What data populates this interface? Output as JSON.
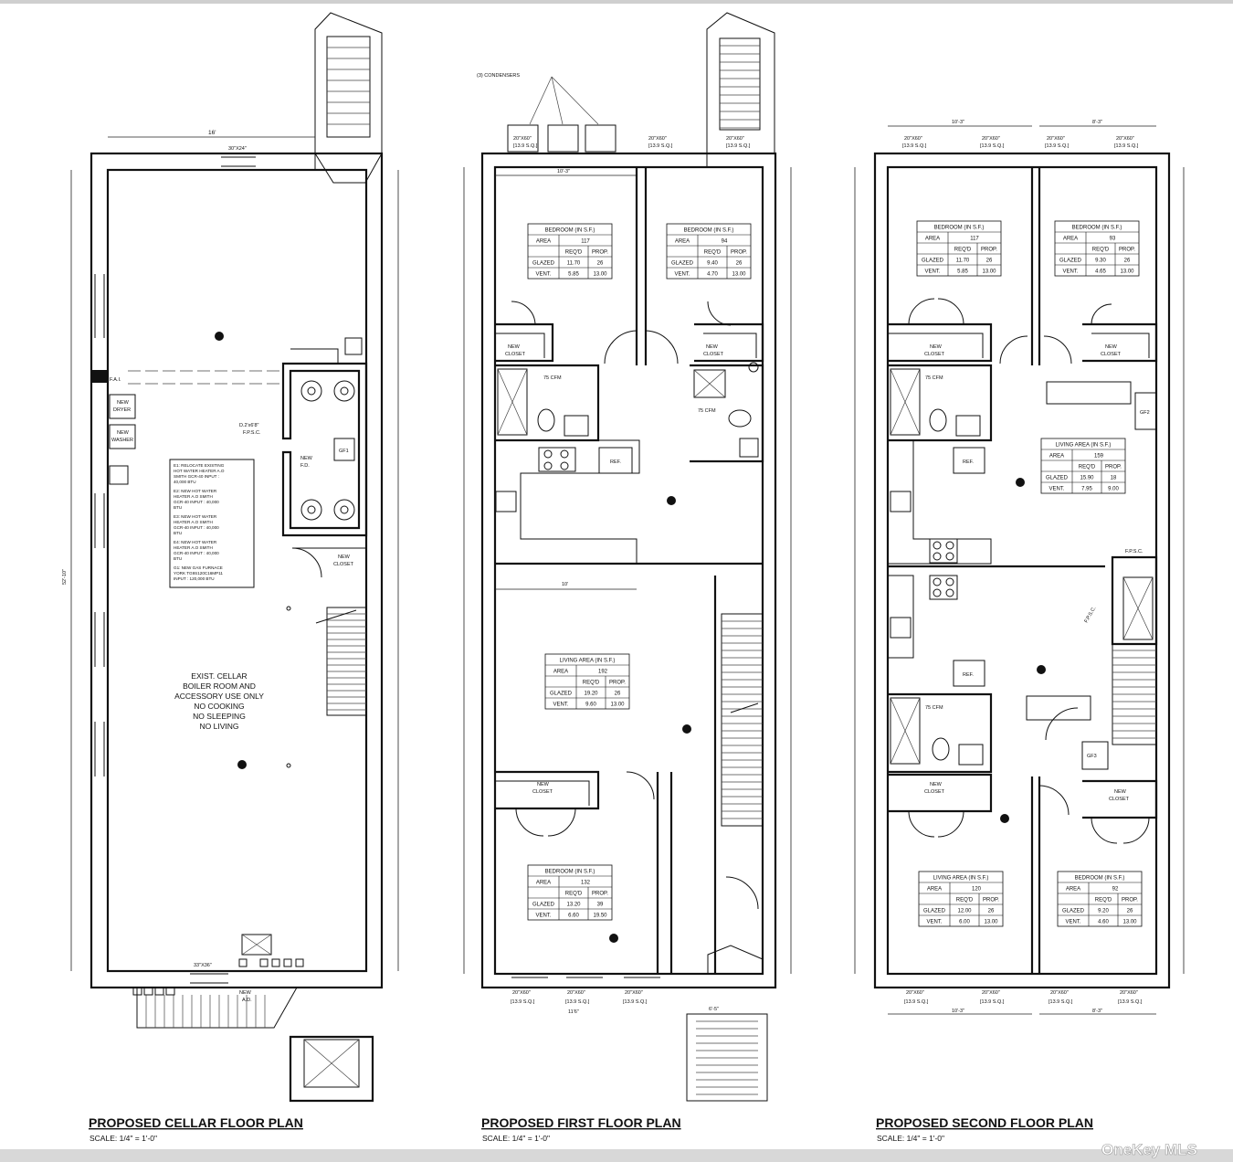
{
  "plans": [
    {
      "title": "PROPOSED CELLAR FLOOR PLAN",
      "scale": "SCALE: 1/4\" = 1'-0\""
    },
    {
      "title": "PROPOSED FIRST FLOOR PLAN",
      "scale": "SCALE: 1/4\" = 1'-0\""
    },
    {
      "title": "PROPOSED SECOND FLOOR PLAN",
      "scale": "SCALE: 1/4\" = 1'-0\""
    }
  ],
  "watermark": "OneKey MLS",
  "cellar": {
    "note_lines": [
      "EXIST. CELLAR",
      "BOILER ROOM AND",
      "ACCESSORY USE ONLY",
      "NO COOKING",
      "NO SLEEPING",
      "NO LIVING"
    ],
    "new_closet": [
      "NEW",
      "CLOSET"
    ],
    "new_fd": [
      "NEW",
      "F.D."
    ],
    "gf1": "GF1",
    "fpsc": [
      "D.2'x6'8\"",
      "F.P.S.C."
    ],
    "dryer": [
      "NEW",
      "DRYER"
    ],
    "washer": [
      "NEW",
      "WASHER"
    ],
    "fai": "F.A.I.",
    "new_ad": [
      "NEW",
      "A.D."
    ],
    "dims": {
      "top": "16'",
      "window_top": "30\"X24\"",
      "window_bottom": "33\"X36\"",
      "overall": "52'-10\""
    },
    "equipment": [
      "E1: RELOCATE EXISTING HOT WATER HEATER A.O SMITH GCR-40 INPUT : 40,000 BTU",
      "E2: NEW HOT WATER HEATER A.O SMITH GCR-40 INPUT : 40,000 BTU",
      "E3: NEW HOT WATER HEATER A.O SMITH GCR-40 INPUT : 40,000 BTU",
      "E4: NEW HOT WATER HEATER A.O SMITH GCR-40 INPUT : 40,000 BTU",
      "G1: NEW GAS FURNACE YORK TG9S120C16MP11 INPUT : 120,000 BTU"
    ]
  },
  "first": {
    "condensers": "(3) CONDENSERS",
    "windows": [
      "20\"X60\"",
      "[13.9 S.Q.]"
    ],
    "tables": [
      {
        "title": "BEDROOM (IN S.F.)",
        "area": "117",
        "glazed": [
          "11.70",
          "26"
        ],
        "vent": [
          "5.85",
          "13.00"
        ]
      },
      {
        "title": "BEDROOM (IN S.F.)",
        "area": "94",
        "glazed": [
          "9.40",
          "26"
        ],
        "vent": [
          "4.70",
          "13.00"
        ]
      },
      {
        "title": "LIVING AREA (IN S.F.)",
        "area": "192",
        "glazed": [
          "19.20",
          "26"
        ],
        "vent": [
          "9.60",
          "13.00"
        ]
      },
      {
        "title": "BEDROOM (IN S.F.)",
        "area": "132",
        "glazed": [
          "13.20",
          "39"
        ],
        "vent": [
          "6.60",
          "19.50"
        ]
      }
    ],
    "cfm": "75 CFM",
    "new_closet": [
      "NEW",
      "CLOSET"
    ],
    "ref": "REF.",
    "dims": {
      "top": "10'-3\"",
      "living": "10'",
      "bottom": "11'6\"",
      "stair": "6'-5\""
    }
  },
  "second": {
    "tables": [
      {
        "title": "BEDROOM (IN S.F.)",
        "area": "117",
        "glazed": [
          "11.70",
          "26"
        ],
        "vent": [
          "5.85",
          "13.00"
        ]
      },
      {
        "title": "BEDROOM (IN S.F.)",
        "area": "93",
        "glazed": [
          "9.30",
          "26"
        ],
        "vent": [
          "4.65",
          "13.00"
        ]
      },
      {
        "title": "LIVING AREA (IN S.F.)",
        "area": "159",
        "glazed": [
          "15.90",
          "18"
        ],
        "vent": [
          "7.95",
          "9.00"
        ]
      },
      {
        "title": "LIVING AREA (IN S.F.)",
        "area": "120",
        "glazed": [
          "12.00",
          "26"
        ],
        "vent": [
          "6.00",
          "13.00"
        ]
      },
      {
        "title": "BEDROOM (IN S.F.)",
        "area": "92",
        "glazed": [
          "9.20",
          "26"
        ],
        "vent": [
          "4.60",
          "13.00"
        ]
      }
    ],
    "gf2": "GF2",
    "gf3": "GF3",
    "fpsc": "F.P.S.C.",
    "cfm": "75 CFM",
    "ref": "REF.",
    "new_closet": [
      "NEW",
      "CLOSET"
    ],
    "dims": {
      "top_left": "10'-3\"",
      "top_right": "8'-3\""
    }
  },
  "table_labels": {
    "area": "AREA",
    "reqd": "REQ'D",
    "prop": "PROP.",
    "glazed": "GLAZED",
    "vent": "VENT."
  }
}
